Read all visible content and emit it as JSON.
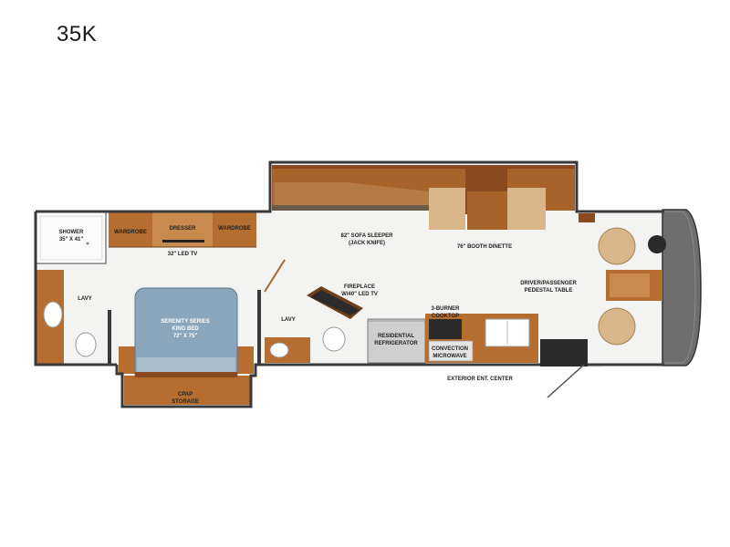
{
  "model": "35K",
  "labels": {
    "shower_1": "SHOWER",
    "shower_2": "35\" X 41\"",
    "wardrobe_left": "WARDROBE",
    "dresser": "DRESSER",
    "wardrobe_right": "WARDROBE",
    "tv_32": "32\" LED TV",
    "lavy_rear": "LAVY",
    "bed_1": "SERENITY SERIES",
    "bed_2": "KING BED",
    "bed_3": "72\" X 75\"",
    "cpap_1": "CPAP",
    "cpap_2": "STORAGE",
    "lavy_mid": "LAVY",
    "fireplace_1": "FIREPLACE",
    "fireplace_2": "W/40\" LED TV",
    "sofa_1": "82\" SOFA SLEEPER",
    "sofa_2": "(JACK KNIFE)",
    "dinette": "76\" BOOTH DINETTE",
    "fridge_1": "RESIDENTIAL",
    "fridge_2": "REFRIGERATOR",
    "cooktop_1": "3-BURNER",
    "cooktop_2": "COOKTOP",
    "micro_1": "CONVECTION",
    "micro_2": "MICROWAVE",
    "pedestal_1": "DRIVER/PASSENGER",
    "pedestal_2": "PEDESTAL TABLE",
    "ext_center": "EXTERIOR ENT. CENTER"
  },
  "colors": {
    "wall": "#3a3a3a",
    "floor": "#f3f3f1",
    "cabinet_wood": "#a8632b",
    "cabinet_light": "#c98a4e",
    "sofa_tan": "#d9b58a",
    "bed_blue": "#8aa6bc",
    "appliance_silver": "#cfcfcf",
    "cab_gray": "#6e6e6e"
  }
}
